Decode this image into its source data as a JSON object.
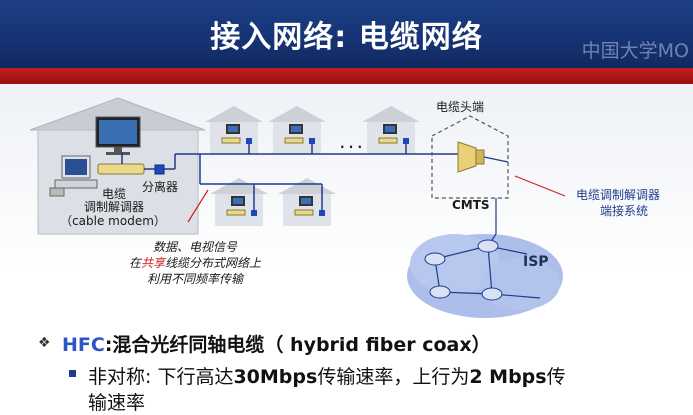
{
  "slide": {
    "title": "接入网络: 电缆网络",
    "watermark": "中国大学MO"
  },
  "diagram": {
    "cable_modem_line1": "电缆",
    "cable_modem_line2": "调制解调器",
    "cable_modem_line3": "（cable modem）",
    "splitter": "分离器",
    "data_line1": "数据、电视信号",
    "data_line2_pre": "在",
    "data_line2_red": "共享",
    "data_line2_post": "线缆分布式网络上",
    "data_line3": "利用不同频率传输",
    "headend": "电缆头端",
    "cmts": "CMTS",
    "cmts_note_line1": "电缆调制解调器",
    "cmts_note_line2": "端接系统",
    "isp": "ISP",
    "ellipsis": "· · ·"
  },
  "bullets": {
    "item1_marker": "❖",
    "item1_head": "HFC",
    "item1_text": ":混合光纤同轴电缆（ hybrid fiber coax）",
    "item2_pre": "非对称: 下行高达",
    "item2_b1": "30Mbps",
    "item2_mid": "传输速率，上行为",
    "item2_b2": "2 Mbps",
    "item2_post": "传",
    "item2_cont": "输速率"
  },
  "colors": {
    "title_bg": "#163476",
    "accent_red": "#c02020",
    "blue_text": "#1f3c8c",
    "hfc_blue": "#2a56c6",
    "red_text": "#d12222"
  }
}
